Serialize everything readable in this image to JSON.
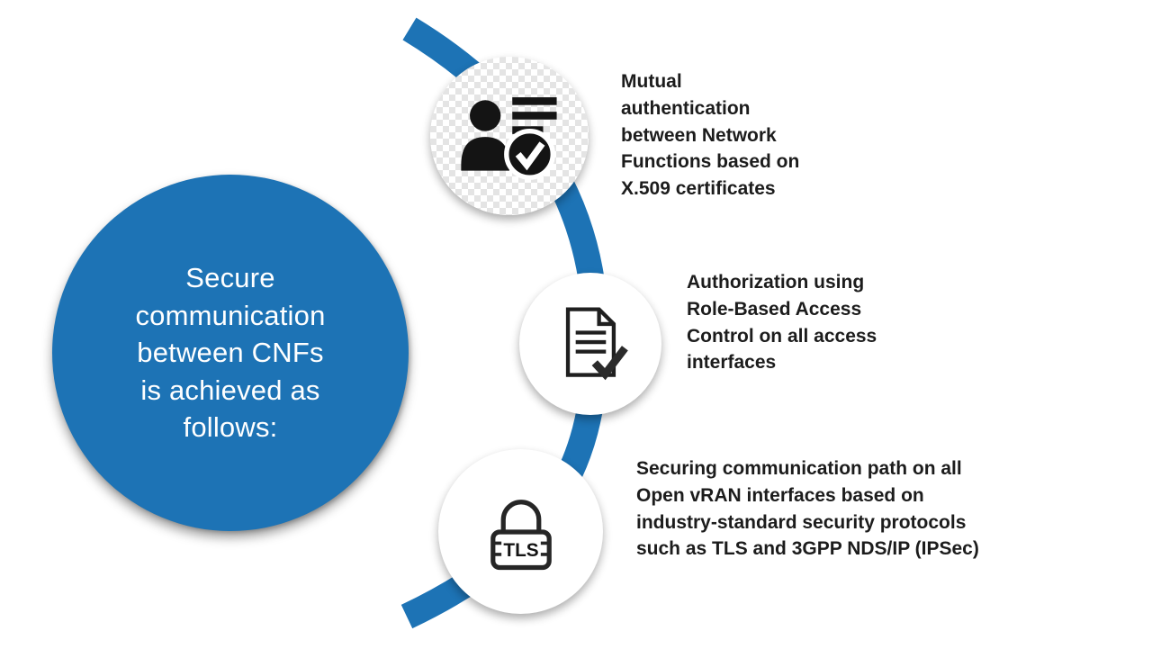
{
  "accent_color": "#1d73b5",
  "text_color": "#1c1c1c",
  "main_circle": {
    "text": "Secure\ncommunication\nbetween CNFs\nis achieved as\nfollows:"
  },
  "items": [
    {
      "icon": "user-check-icon",
      "text": "Mutual\nauthentication\nbetween Network\nFunctions based on\nX.509 certificates"
    },
    {
      "icon": "document-check-icon",
      "text": "Authorization using\nRole-Based Access\nControl on all access\ninterfaces"
    },
    {
      "icon": "tls-padlock-icon",
      "lock_label": "TLS",
      "text": "Securing communication path on all\nOpen vRAN interfaces based on\nindustry-standard security protocols\nsuch as TLS and 3GPP NDS/IP (IPSec)"
    }
  ]
}
